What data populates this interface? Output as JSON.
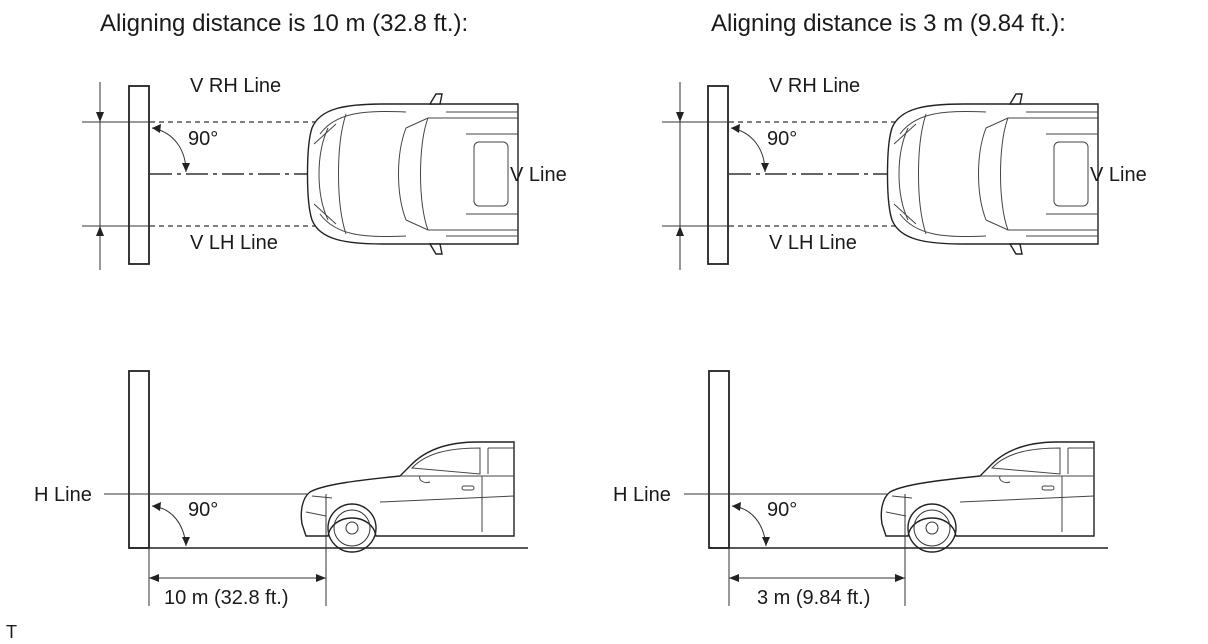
{
  "left_panel": {
    "title": "Aligning distance is 10 m (32.8 ft.):",
    "v_rh_line": "V RH Line",
    "v_lh_line": "V LH Line",
    "v_line": "V Line",
    "angle_top": "90°",
    "h_line": "H Line",
    "angle_side": "90°",
    "distance": "10 m (32.8 ft.)"
  },
  "right_panel": {
    "title": "Aligning distance is 3 m (9.84 ft.):",
    "v_rh_line": "V RH Line",
    "v_lh_line": "V LH Line",
    "v_line": "V Line",
    "angle_top": "90°",
    "h_line": "H Line",
    "angle_side": "90°",
    "distance": "3 m (9.84 ft.)"
  },
  "corner_mark": "T",
  "icons": {
    "car_top": "car-top-view-icon",
    "car_side": "car-side-view-icon",
    "wall": "aiming-screen-wall"
  }
}
